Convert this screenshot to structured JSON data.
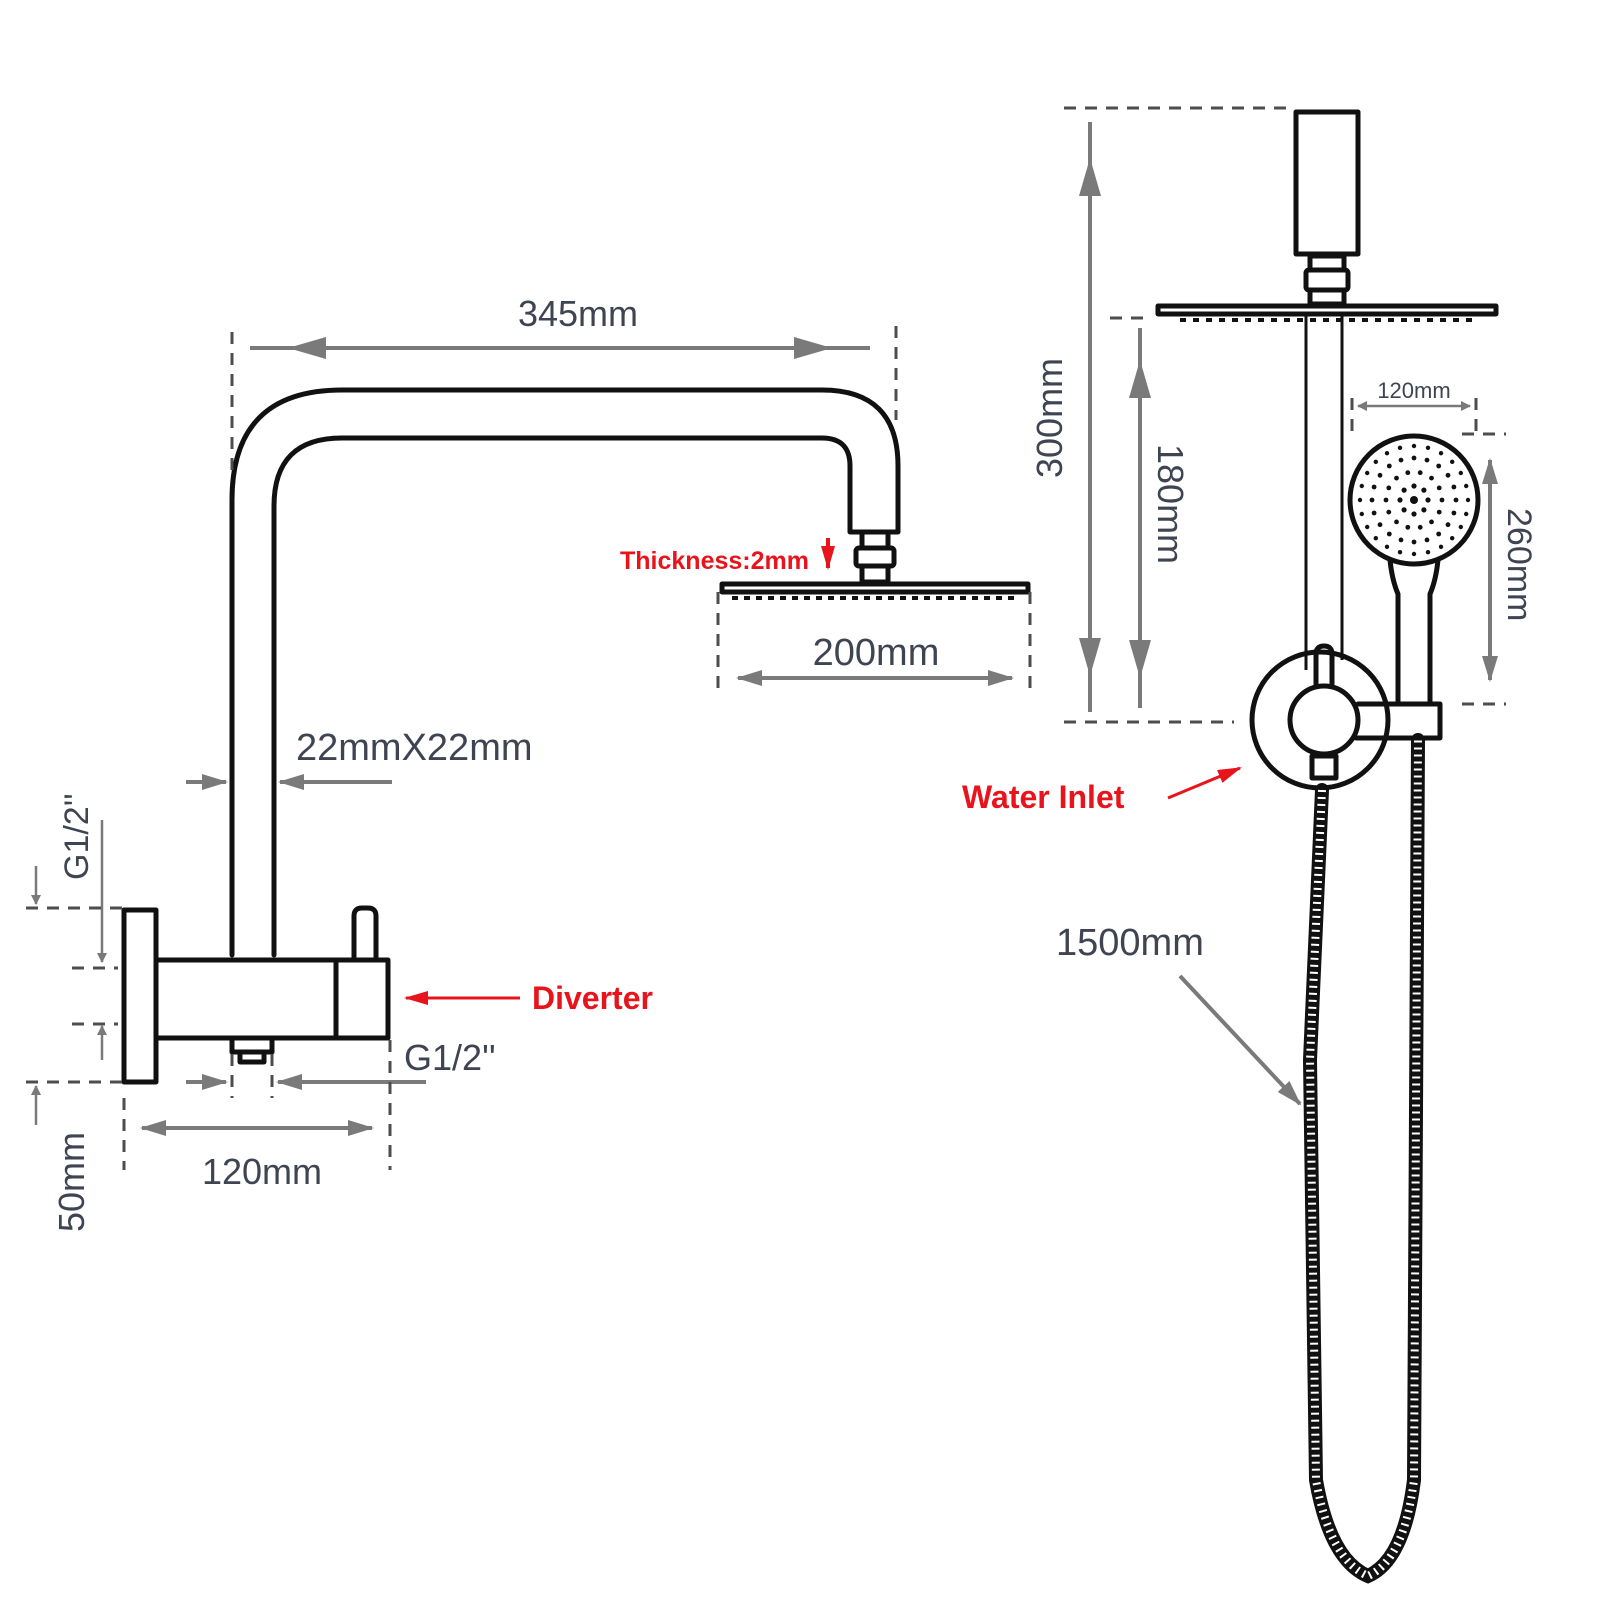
{
  "labels": {
    "arm_length": "345mm",
    "head_thickness": "Thickness:2mm",
    "head_size": "200mm",
    "pipe_section": "22mmX22mm",
    "thread_top": "G1/2''",
    "thread_bottom": "G1/2''",
    "diverter": "Diverter",
    "valve_width": "120mm",
    "wall_offset": "50mm",
    "rail_height": "300mm",
    "rail_lower": "180mm",
    "hand_head_width": "120mm",
    "hand_shower_length": "260mm",
    "water_inlet": "Water Inlet",
    "hose_length": "1500mm"
  },
  "colors": {
    "outline": "#111111",
    "dimension": "#7a7a7a",
    "label_text": "#3e4452",
    "callout": "#e8141b"
  }
}
